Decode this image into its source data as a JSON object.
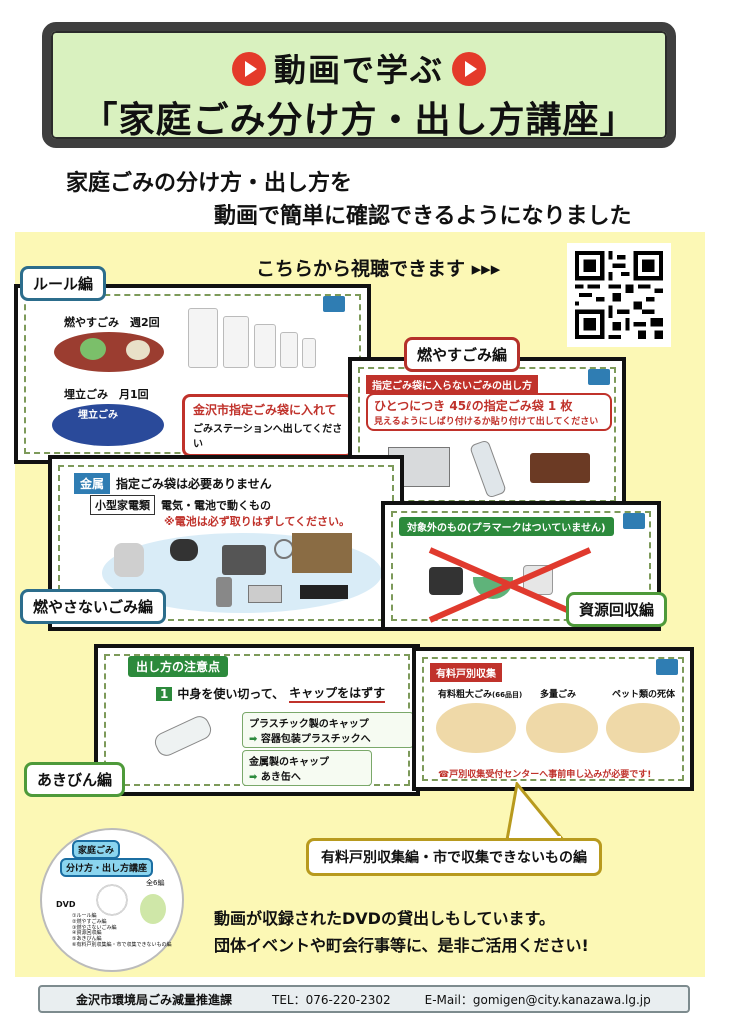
{
  "header": {
    "line1": "動画で学ぶ",
    "line2": "「家庭ごみ分け方・出し方講座」"
  },
  "intro": {
    "line1": "家庭ごみの分け方・出し方を",
    "line2": "動画で簡単に確認できるようになりました"
  },
  "watch_text": "こちらから視聴できます ▸▸▸",
  "rule": {
    "label": "ルール編",
    "burnable_line": "燃やすごみ　週2回",
    "landfill_line": "埋立ごみ　月1回",
    "landfill_bubble": "埋立ごみ",
    "red_title": "金沢市指定ごみ袋に入れて",
    "red_sub": "ごみステーションへ出してください"
  },
  "burnable": {
    "label": "燃やすごみ編",
    "bar": "指定ごみ袋に入らないごみの出し方",
    "red_title": "ひとつにつき 45ℓの指定ごみ袋 1 枚",
    "red_sub": "見えるようにしばり付けるか貼り付けて出してください"
  },
  "nonburn": {
    "tag": "金属",
    "tag_text": "指定ごみ袋は必要ありません",
    "small_tag": "小型家電類",
    "small_text": "電気・電池で動くもの",
    "warning": "※電池は必ず取りはずしてください。",
    "label": "燃やさないごみ編"
  },
  "recycle": {
    "bar": "対象外のもの(プラマークはついていません)",
    "label": "資源回収編"
  },
  "bottle": {
    "bar": "出し方の注意点",
    "step_num": "1",
    "step_text_a": "中身を使い切って、",
    "step_text_b": "キャップをはずす",
    "plastic_cap": "プラスチック製のキャップ",
    "plastic_dest": "容器包装プラスチックへ",
    "metal_cap": "金属製のキャップ",
    "metal_dest": "あき缶へ",
    "label": "あきびん編"
  },
  "paid": {
    "bar": "有料戸別収集",
    "item1": "有料粗大ごみ",
    "item1_note": "(66品目)",
    "item2": "多量ごみ",
    "item3": "ペット類の死体",
    "notice": "☎戸別収集受付センターへ事前申し込みが必要です!",
    "callout": "有料戸別収集編・市で収集できないもの編"
  },
  "dvd": {
    "title1": "家庭ごみ",
    "title2": "分け方・出し方講座",
    "count": "全6編",
    "list": [
      "①ルール編",
      "②燃やすごみ編",
      "③燃やさないごみ編",
      "④資源回収編",
      "⑤あきびん編",
      "⑥有料戸別収集編・市で収集できないもの編"
    ],
    "dvd_mark": "DVD",
    "text1": "動画が収録されたDVDの貸出しもしています。",
    "text2": "団体イベントや町会行事等に、是非ご活用ください!"
  },
  "footer": {
    "dept": "金沢市環境局ごみ減量推進課",
    "tel": "TEL：076-220-2302",
    "email": "E-Mail：gomigen@city.kanazawa.lg.jp"
  },
  "colors": {
    "header_bg": "#d9f1bf",
    "yellow_bg": "#fcf8b5",
    "accent_red": "#c0322b",
    "accent_green": "#2c8a3c",
    "label_blue": "#2c6d8c"
  }
}
